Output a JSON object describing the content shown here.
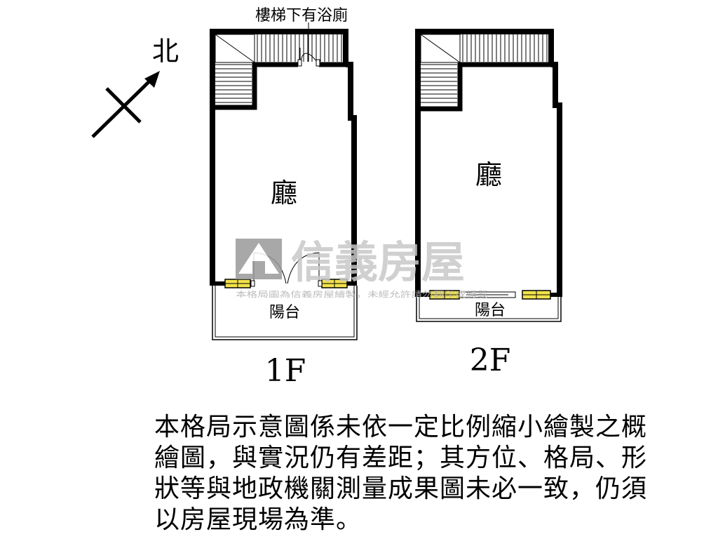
{
  "compass": {
    "north_label": "北"
  },
  "floors": [
    {
      "id": "1f",
      "floor_label": "1F",
      "room_label": "廳",
      "balcony_label": "陽台",
      "stair_note": "樓梯下有浴廁"
    },
    {
      "id": "2f",
      "floor_label": "2F",
      "room_label": "廳",
      "balcony_label": "陽台"
    }
  ],
  "watermark": {
    "brand": "信義房屋",
    "notice": "本格局圖為信義房屋繪製，未經允許請勿翻印或轉載"
  },
  "disclaimer_lines": [
    "本格局示意圖係未依一定比例縮小繪製之概",
    "繪圖，與實況仍有差距；其方位、格局、形",
    "狀等與地政機關測量成果圖未必一致，仍須",
    "以房屋現場為準。"
  ],
  "colors": {
    "wall": "#000000",
    "window_fill": "#f2e24a",
    "watermark": "#c8c8c8",
    "watermark_logo": "#9a9a9a"
  }
}
